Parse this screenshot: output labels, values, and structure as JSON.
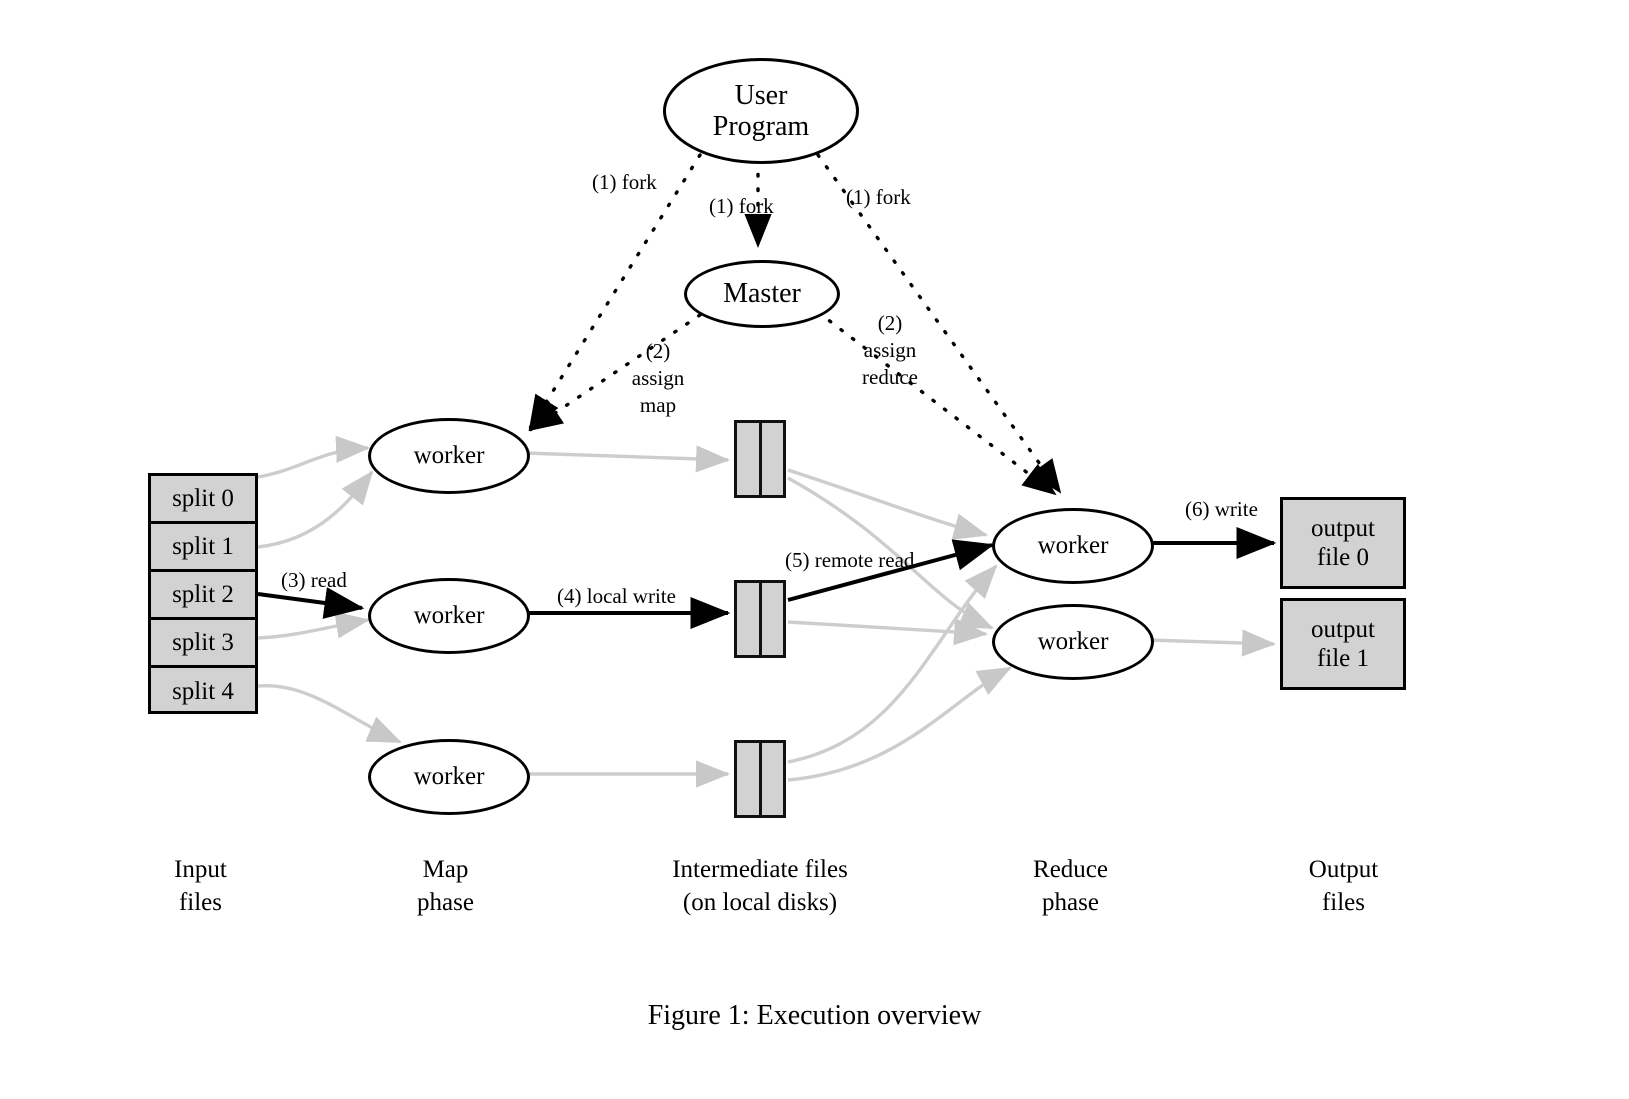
{
  "figure": {
    "caption": "Figure 1: Execution overview",
    "colors": {
      "box_fill": "#d2d2d2",
      "stroke": "#000000",
      "faint_edge": "#cccccc",
      "background": "#ffffff"
    }
  },
  "nodes": {
    "user_program": "User\nProgram",
    "user_program_line1": "User",
    "user_program_line2": "Program",
    "master": "Master",
    "map_workers": [
      "worker",
      "worker",
      "worker"
    ],
    "reduce_workers": [
      "worker",
      "worker"
    ]
  },
  "input_splits": {
    "items": [
      "split 0",
      "split 1",
      "split 2",
      "split 3",
      "split 4"
    ]
  },
  "intermediate_files": {
    "count": 3,
    "panes_per_file": 2
  },
  "output_files": [
    {
      "line1": "output",
      "line2": "file 0"
    },
    {
      "line1": "output",
      "line2": "file 1"
    }
  ],
  "edge_labels": {
    "fork_left": "(1) fork",
    "fork_mid": "(1) fork",
    "fork_right": "(1) fork",
    "assign_map_l1": "(2)",
    "assign_map_l2": "assign",
    "assign_map_l3": "map",
    "assign_reduce_l1": "(2)",
    "assign_reduce_l2": "assign",
    "assign_reduce_l3": "reduce",
    "read": "(3) read",
    "local_write": "(4) local write",
    "remote_read": "(5) remote read",
    "write": "(6) write"
  },
  "column_labels": [
    {
      "line1": "Input",
      "line2": "files"
    },
    {
      "line1": "Map",
      "line2": "phase"
    },
    {
      "line1": "Intermediate files",
      "line2": "(on local disks)"
    },
    {
      "line1": "Reduce",
      "line2": "phase"
    },
    {
      "line1": "Output",
      "line2": "files"
    }
  ]
}
